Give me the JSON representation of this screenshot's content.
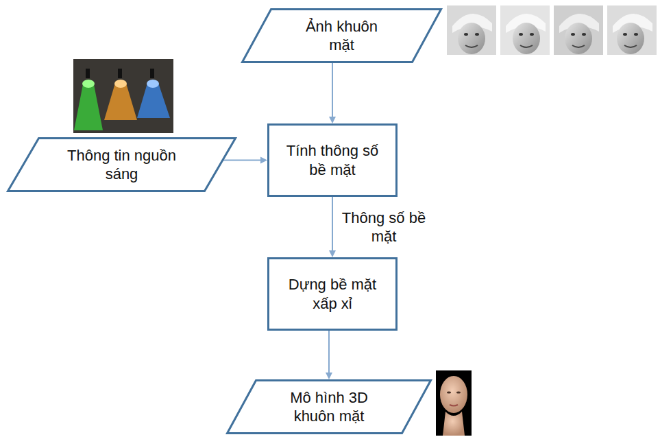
{
  "diagram": {
    "nodes": [
      {
        "text": [
          "Ảnh khuôn mặt"
        ]
      },
      {
        "text": [
          "Thông tin nguồn sáng"
        ]
      },
      {
        "text": [
          "Tính thông số bề mặt"
        ]
      },
      {
        "text": [
          "Dựng bề mặt xấp xỉ"
        ]
      },
      {
        "text": [
          "Mô hình 3D khuôn mặt"
        ]
      }
    ],
    "edges": [
      {
        "from": 0,
        "to": 2,
        "arrow": "to"
      },
      {
        "from": 1,
        "to": 2,
        "arrow": "to"
      },
      {
        "from": 2,
        "to": 3,
        "label": "Thông số bề mặt",
        "arrow": "to"
      },
      {
        "from": 3,
        "to": 4,
        "arrow": "to"
      }
    ]
  }
}
